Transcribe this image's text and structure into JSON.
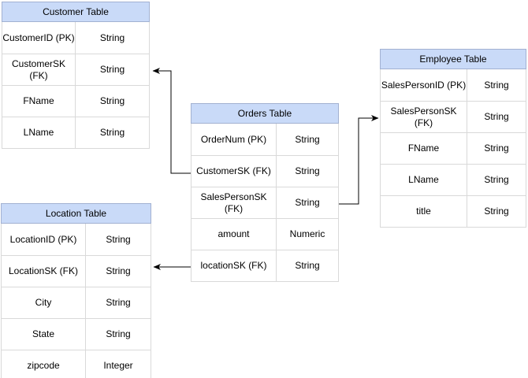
{
  "diagram": {
    "kind": "entity-relationship-diagram",
    "background": "#ffffff",
    "colors": {
      "header_fill": "#c9daf8",
      "header_border": "#a2b1d1",
      "cell_border": "#d9d9d9",
      "text": "#000000",
      "connector": "#000000"
    }
  },
  "tables": {
    "customer": {
      "title": "Customer Table",
      "rows": [
        {
          "field": "CustomerID (PK)",
          "type": "String"
        },
        {
          "field": "CustomerSK (FK)",
          "type": "String"
        },
        {
          "field": "FName",
          "type": "String"
        },
        {
          "field": "LName",
          "type": "String"
        }
      ]
    },
    "orders": {
      "title": "Orders Table",
      "rows": [
        {
          "field": "OrderNum (PK)",
          "type": "String"
        },
        {
          "field": "CustomerSK (FK)",
          "type": "String"
        },
        {
          "field": "SalesPersonSK (FK)",
          "type": "String"
        },
        {
          "field": "amount",
          "type": "Numeric"
        },
        {
          "field": "locationSK (FK)",
          "type": "String"
        }
      ]
    },
    "employee": {
      "title": "Employee Table",
      "rows": [
        {
          "field": "SalesPersonID (PK)",
          "type": "String"
        },
        {
          "field": "SalesPersonSK (FK)",
          "type": "String"
        },
        {
          "field": "FName",
          "type": "String"
        },
        {
          "field": "LName",
          "type": "String"
        },
        {
          "field": "title",
          "type": "String"
        }
      ]
    },
    "location": {
      "title": "Location Table",
      "rows": [
        {
          "field": "LocationID (PK)",
          "type": "String"
        },
        {
          "field": "LocationSK (FK)",
          "type": "String"
        },
        {
          "field": "City",
          "type": "String"
        },
        {
          "field": "State",
          "type": "String"
        },
        {
          "field": "zipcode",
          "type": "Integer"
        }
      ]
    }
  },
  "connectors": [
    {
      "from": "Orders Table.CustomerSK (FK)",
      "to": "Customer Table.CustomerSK (FK)",
      "arrow": "classic"
    },
    {
      "from": "Orders Table.SalesPersonSK (FK)",
      "to": "Employee Table.SalesPersonSK (FK)",
      "arrow": "classic"
    },
    {
      "from": "Orders Table.locationSK (FK)",
      "to": "Location Table.LocationSK (FK)",
      "arrow": "classic"
    }
  ]
}
